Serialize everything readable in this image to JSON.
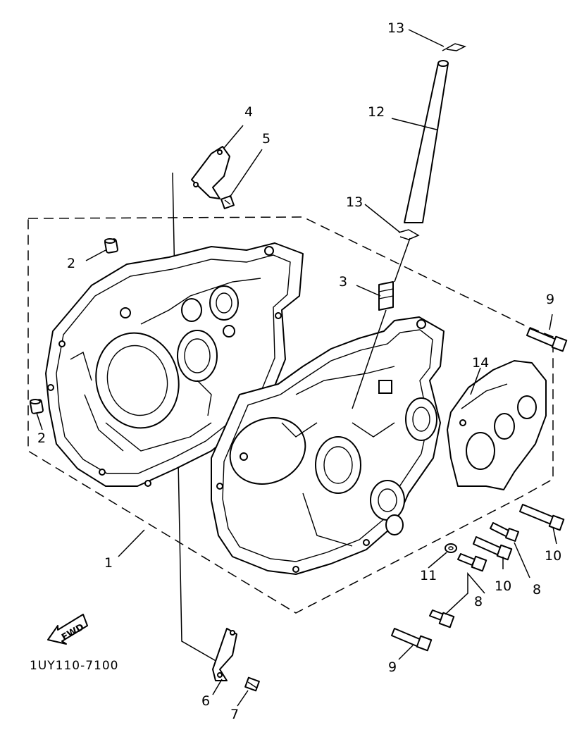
{
  "diagram": {
    "callouts": {
      "c1": "1",
      "c2a": "2",
      "c2b": "2",
      "c3": "3",
      "c4": "4",
      "c5": "5",
      "c6": "6",
      "c7": "7",
      "c8a": "8",
      "c8b": "8",
      "c9a": "9",
      "c9b": "9",
      "c10a": "10",
      "c10b": "10",
      "c11": "11",
      "c12": "12",
      "c13a": "13",
      "c13b": "13",
      "c14": "14"
    },
    "drawing_code": "1UY110-7100",
    "fwd_label": "FWD"
  }
}
